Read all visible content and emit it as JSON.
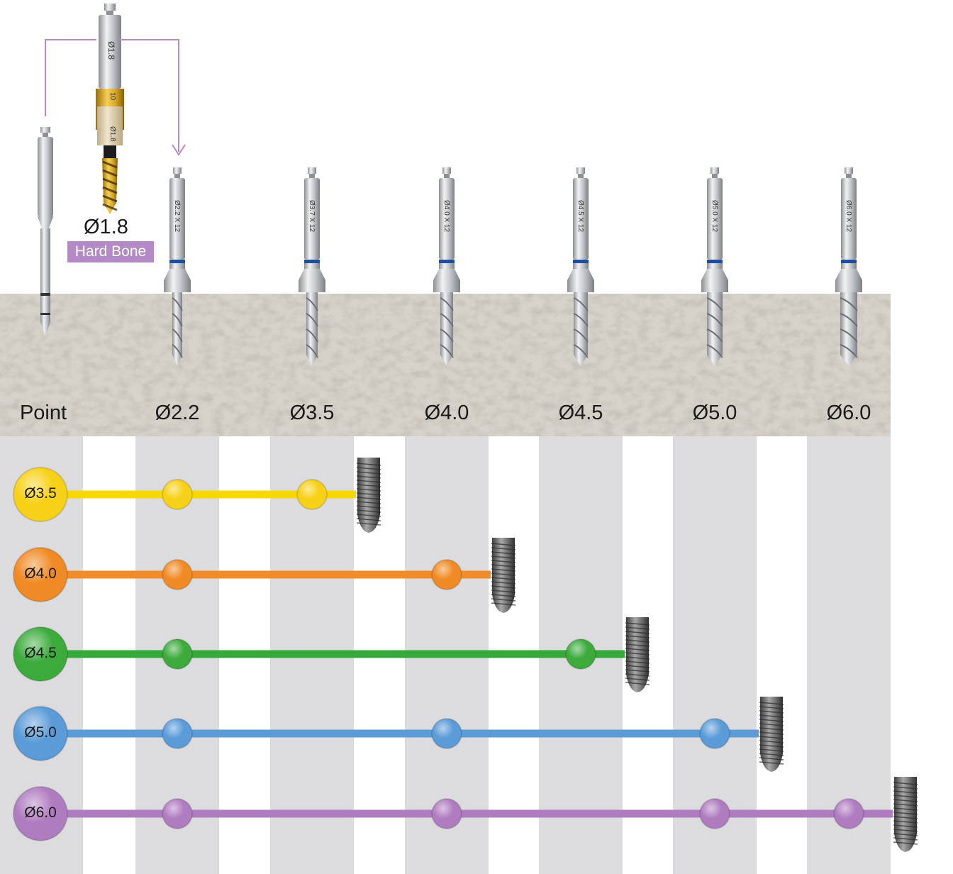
{
  "columns": [
    "Point",
    "Ø2.2",
    "Ø3.5",
    "Ø4.0",
    "Ø4.5",
    "Ø5.0",
    "Ø6.0"
  ],
  "initial_drill": {
    "size_label": "Ø1.8",
    "badge": "Hard Bone",
    "shaft_text": "Ø1.8",
    "collar_text_a": "10",
    "collar_text_b": "Ø1.8"
  },
  "drill_shaft_texts": [
    "Ø2.2 X 12",
    "Ø3.7 X 12",
    "Ø4.0 X 12",
    "Ø4.5 X 12",
    "Ø5.0 X 12",
    "Ø6.0 X 12"
  ],
  "implants": [
    {
      "label": "Ø3.5",
      "color": "#f7d117",
      "line_color": "#f9d800",
      "steps": [
        "Ø2.2",
        "Ø3.5"
      ]
    },
    {
      "label": "Ø4.0",
      "color": "#f08a24",
      "line_color": "#f28b2a",
      "steps": [
        "Ø2.2",
        "Ø4.0"
      ]
    },
    {
      "label": "Ø4.5",
      "color": "#3cab3c",
      "line_color": "#35a93a",
      "steps": [
        "Ø2.2",
        "Ø4.5"
      ]
    },
    {
      "label": "Ø5.0",
      "color": "#5a9bd8",
      "line_color": "#5b9bd6",
      "steps": [
        "Ø2.2",
        "Ø4.0",
        "Ø5.0"
      ]
    },
    {
      "label": "Ø6.0",
      "color": "#b07cc0",
      "line_color": "#b07cc0",
      "steps": [
        "Ø2.2",
        "Ø4.0",
        "Ø5.0",
        "Ø6.0"
      ]
    }
  ],
  "colors": {
    "bone": "#d6d1c8",
    "stripe": "#dcdcde",
    "arrow": "#b48ac6",
    "badge": "#b48ac6"
  }
}
